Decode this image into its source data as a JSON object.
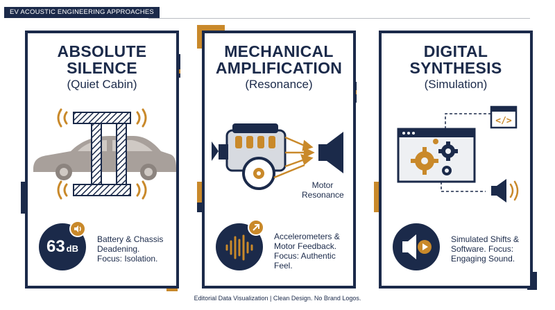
{
  "header": {
    "tag": "EV ACOUSTIC ENGINEERING APPROACHES"
  },
  "panels": [
    {
      "title_line1": "ABSOLUTE",
      "title_line2": "SILENCE",
      "subtitle": "(Quiet Cabin)",
      "badge_value": "63",
      "badge_unit": "dB",
      "caption_lines": [
        "Battery & Chassis",
        "Deadening.",
        "Focus: Isolation."
      ]
    },
    {
      "title_line1": "MECHANICAL",
      "title_line2": "AMPLIFICATION",
      "subtitle": "(Resonance)",
      "diagram_label_line1": "Motor",
      "diagram_label_line2": "Resonance",
      "caption_lines": [
        "Accelerometers &",
        "Motor Feedback.",
        "Focus: Authentic",
        "Feel."
      ]
    },
    {
      "title_line1": "DIGITAL",
      "title_line2": "SYNTHESIS",
      "subtitle": "(Simulation)",
      "code_glyph": "</>",
      "caption_lines": [
        "Simulated Shifts &",
        "Software. Focus:",
        "Engaging Sound."
      ]
    }
  ],
  "footer": {
    "text": "Editorial Data Visualization | Clean Design. No Brand Logos."
  },
  "colors": {
    "navy": "#1b2a4a",
    "gold": "#c9892a",
    "gray": "#a8a09b"
  }
}
